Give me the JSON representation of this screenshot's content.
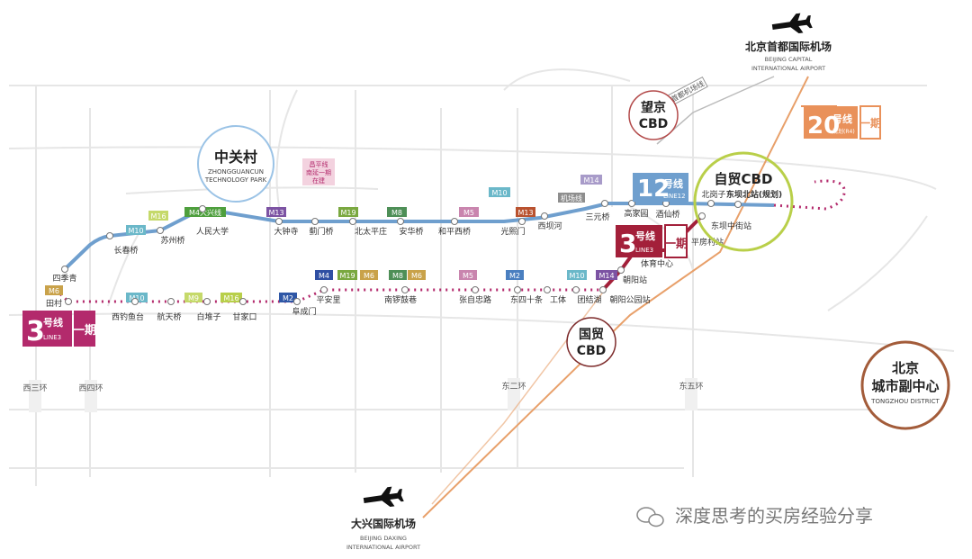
{
  "colors": {
    "line12": "#6f9fce",
    "line3": "#a3203a",
    "line3_dotted": "#b32a6c",
    "line20": "#e9915a",
    "airport_line": "#e8a06a",
    "grid": "#e4e4e4",
    "zgc_ring": "#9bc3e6",
    "zimao_ring": "#b9cf49",
    "tongzhou_ring": "#a35c3a"
  },
  "airports": {
    "capital": {
      "cn": "北京首都国际机场",
      "en1": "BEIJING CAPITAL",
      "en2": "INTERNATIONAL AIRPORT",
      "icon": "airplane-icon"
    },
    "daxing": {
      "cn": "大兴国际机场",
      "en1": "BEIJING DAXING",
      "en2": "INTERNATIONAL AIRPORT",
      "icon": "airplane-icon"
    }
  },
  "districts": {
    "wangjing": {
      "l1": "望京",
      "l2": "CBD"
    },
    "guomao": {
      "l1": "国贸",
      "l2": "CBD"
    },
    "zgc": {
      "cn": "中关村",
      "en1": "ZHONGGUANCUN",
      "en2": "TECHNOLOGY PARK"
    },
    "zimao": {
      "cn": "自贸CBD"
    },
    "tongzhou": {
      "l1": "北京",
      "l2": "城市副中心",
      "en": "TONGZHOU DISTRICT"
    }
  },
  "badges": {
    "line12": {
      "num": "12",
      "label": "号线",
      "en": "LINE12"
    },
    "line3_east": {
      "num": "3",
      "label": "号线",
      "en": "LINE3",
      "phase": "一期"
    },
    "line3_west": {
      "num": "3",
      "label": "号线",
      "en": "LINE3",
      "phase": "一期"
    },
    "line20": {
      "num": "20",
      "label": "号线",
      "sub": "规划(R4)",
      "phase": "一期"
    }
  },
  "pink_note": {
    "l1": "昌平线",
    "l2": "南延一期",
    "l3": "在建"
  },
  "airport_express": "首都机场线",
  "ring_roads": [
    "西三环",
    "西四环",
    "东二环",
    "东五环"
  ],
  "line12_transfers": [
    "M16",
    "M10",
    "M4大兴线",
    "M13",
    "M19",
    "M8",
    "M5",
    "M10",
    "M13",
    "机场线",
    "M14"
  ],
  "line12_stations": [
    "四季青",
    "长春桥",
    "苏州桥",
    "人民大学",
    "大钟寺",
    "蓟门桥",
    "北太平庄",
    "安华桥",
    "和平西桥",
    "光熙门",
    "西坝河",
    "三元桥",
    "高家园",
    "酒仙桥",
    "北岗子",
    "东坝北站(规划)"
  ],
  "line3_transfers": [
    "M6",
    "M10",
    "M9",
    "M16",
    "M2",
    "M4",
    "M19",
    "M6",
    "M8",
    "M6",
    "M5",
    "M2",
    "M10",
    "M14"
  ],
  "line3_stations": [
    "田村",
    "西钓鱼台",
    "航天桥",
    "白堆子",
    "甘家口",
    "阜成门",
    "平安里",
    "南锣鼓巷",
    "张自忠路",
    "东四十条",
    "工体",
    "团结湖",
    "朝阳公园站",
    "朝阳站",
    "体育中心",
    "平房村站",
    "东坝中街站"
  ],
  "watermark": "深度思考的买房经验分享"
}
